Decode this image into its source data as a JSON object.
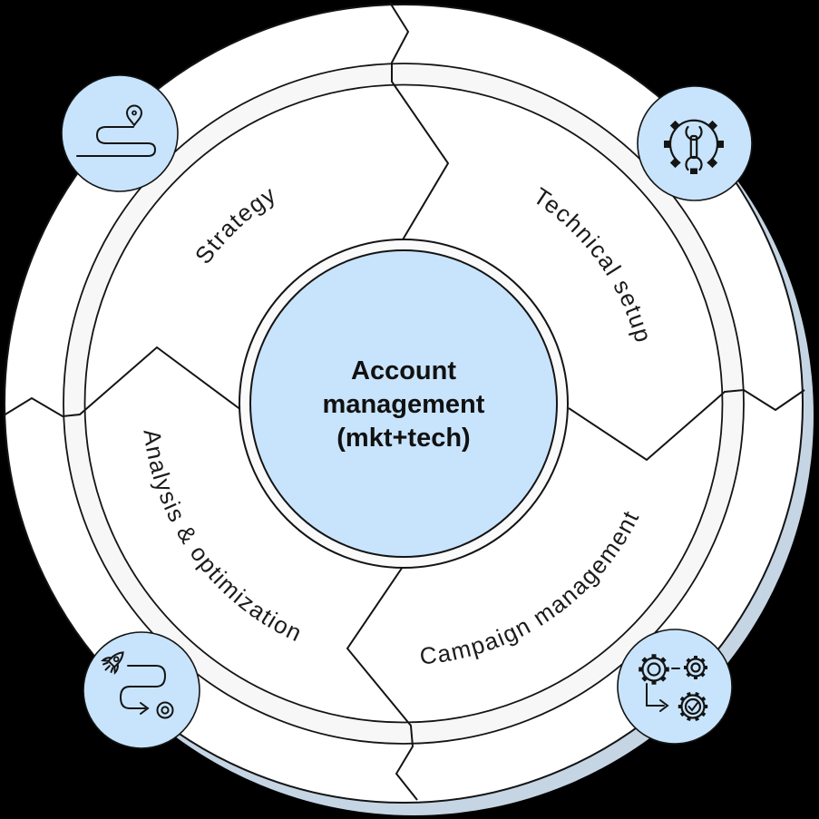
{
  "center": {
    "lines": [
      "Account",
      "management",
      "(mkt+tech)"
    ]
  },
  "segments": [
    {
      "id": "strategy",
      "label": "Strategy"
    },
    {
      "id": "technical-setup",
      "label": "Technical setup"
    },
    {
      "id": "campaign-management",
      "label": "Campaign management"
    },
    {
      "id": "analysis-optimization",
      "label": "Analysis & optimization"
    }
  ],
  "icons": [
    {
      "segment": "strategy",
      "name": "roadmap-pin-icon"
    },
    {
      "segment": "technical-setup",
      "name": "gear-wrench-icon"
    },
    {
      "segment": "campaign-management",
      "name": "gears-workflow-check-icon"
    },
    {
      "segment": "analysis-optimization",
      "name": "rocket-route-target-icon"
    }
  ],
  "colors": {
    "light_blue": "#c8e4fc",
    "band_gray": "#f7f7f8",
    "ring_white": "#fafafa",
    "shadow_blue": "#c5d5e4",
    "white": "#ffffff",
    "line_black": "#141414"
  }
}
